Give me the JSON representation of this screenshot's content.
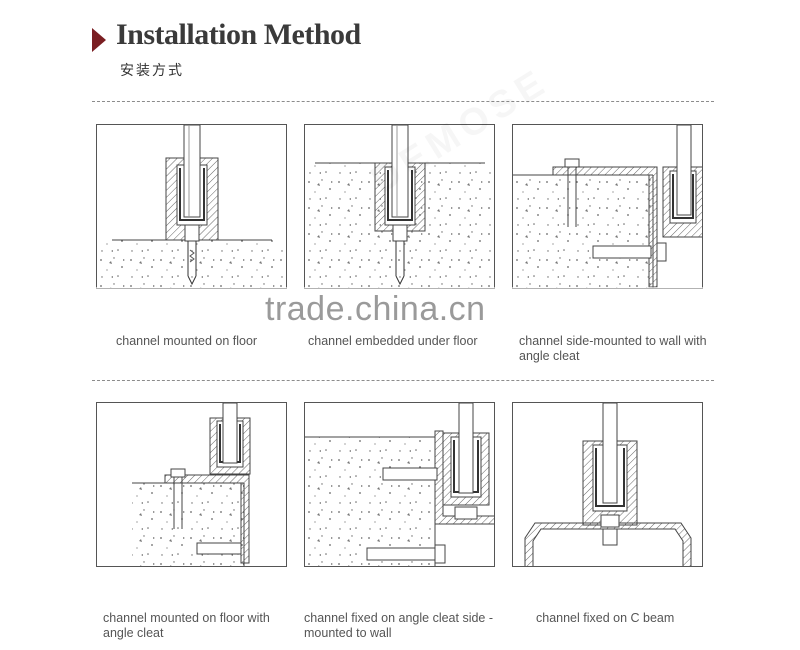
{
  "header": {
    "title": "Installation Method",
    "subtitle": "安装方式",
    "accent_color": "#7a1e22"
  },
  "watermark": {
    "text": "trade.china.cn",
    "brand": "DEMOSE"
  },
  "panels": [
    {
      "id": "floor",
      "caption": "channel mounted on floor"
    },
    {
      "id": "embedded",
      "caption": "channel embedded under floor"
    },
    {
      "id": "side-wall",
      "caption": "channel side-mounted to wall with angle cleat"
    },
    {
      "id": "floor-cleat",
      "caption": "channel mounted on floor with angle cleat"
    },
    {
      "id": "cleat-side-wall",
      "caption": "channel fixed on angle cleat side -mounted to wall"
    },
    {
      "id": "c-beam",
      "caption": "channel fixed on C beam"
    }
  ]
}
